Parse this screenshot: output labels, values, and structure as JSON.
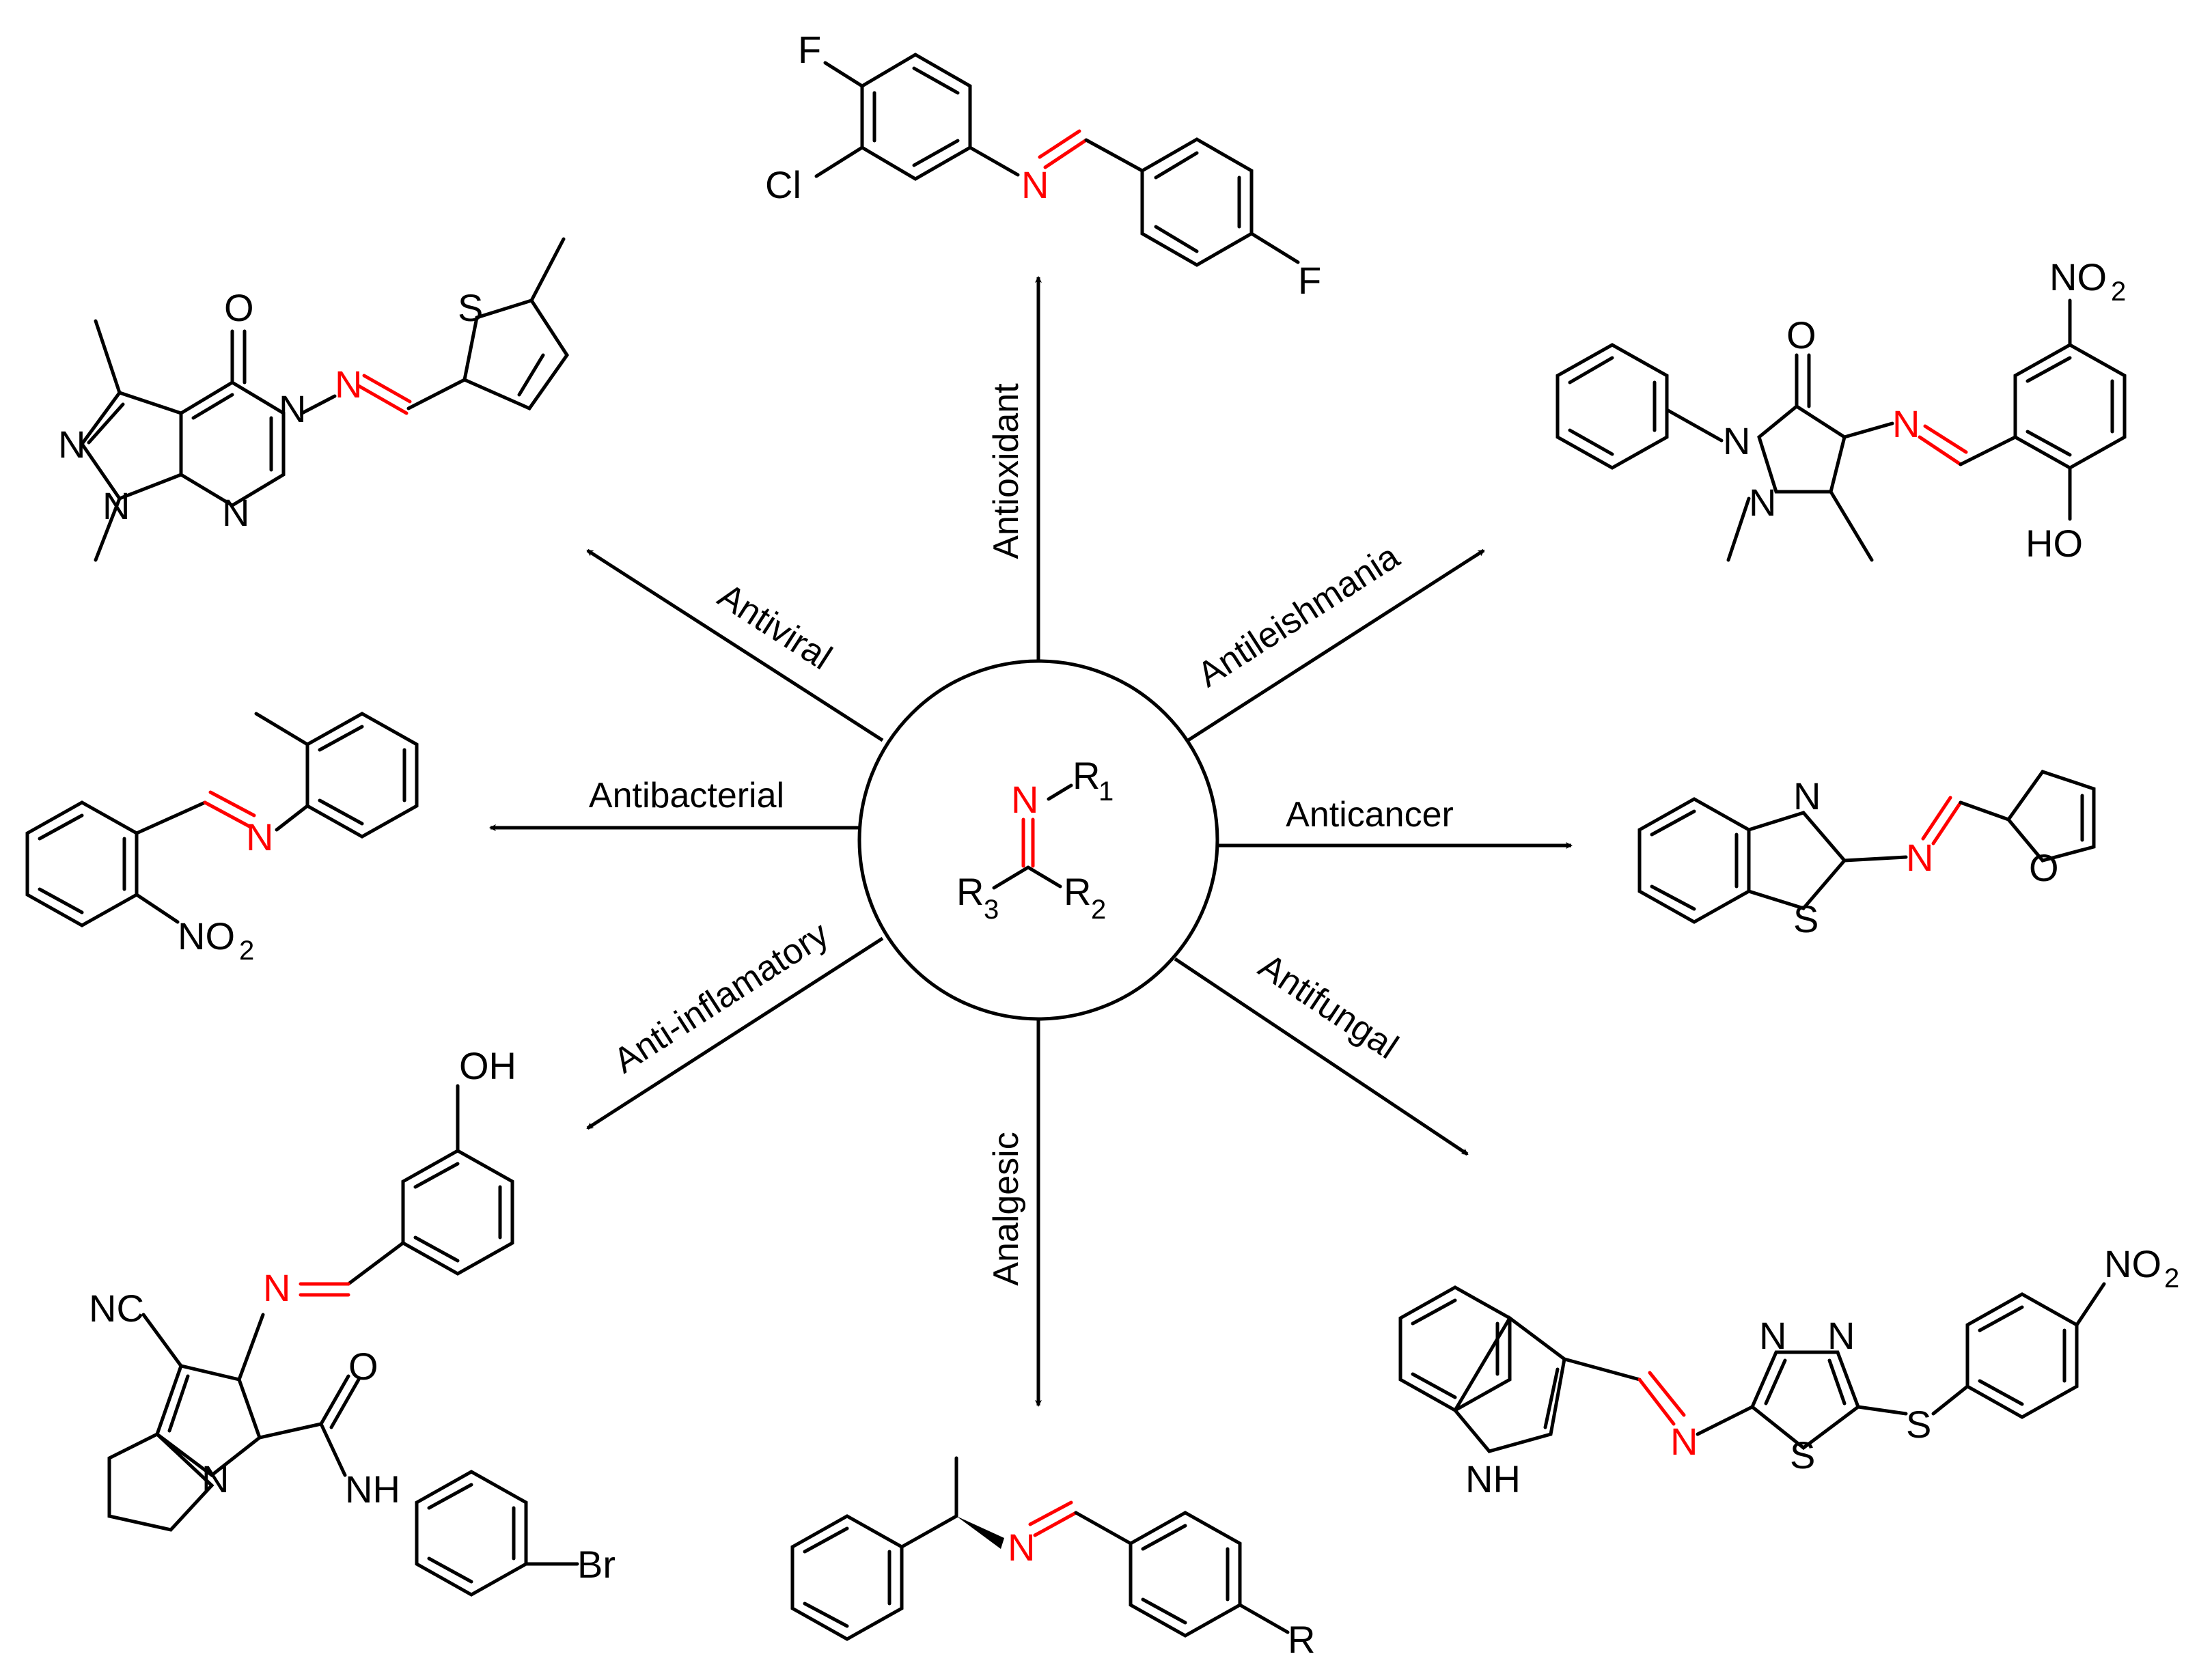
{
  "activities": {
    "antioxidant": "Antioxidant",
    "antiviral": "Antiviral",
    "antileishmania": "Antileishmania",
    "antibacterial": "Antibacterial",
    "anticancer": "Anticancer",
    "antiinflammatory": "Anti-inflamatory",
    "antifungal": "Antifungal",
    "analgesic": "Analgesic"
  },
  "center": {
    "n": "N",
    "r1": "R",
    "r1_sub": "1",
    "r2": "R",
    "r2_sub": "2",
    "r3": "R",
    "r3_sub": "3"
  },
  "atoms": {
    "f": "F",
    "cl": "Cl",
    "o": "O",
    "s": "S",
    "n": "N",
    "nh": "NH",
    "oh": "OH",
    "ho": "HO",
    "br": "Br",
    "nc": "NC",
    "r": "R",
    "no": "NO",
    "two": "2"
  },
  "colors": {
    "imine": "#ff0000",
    "line": "#000000"
  }
}
